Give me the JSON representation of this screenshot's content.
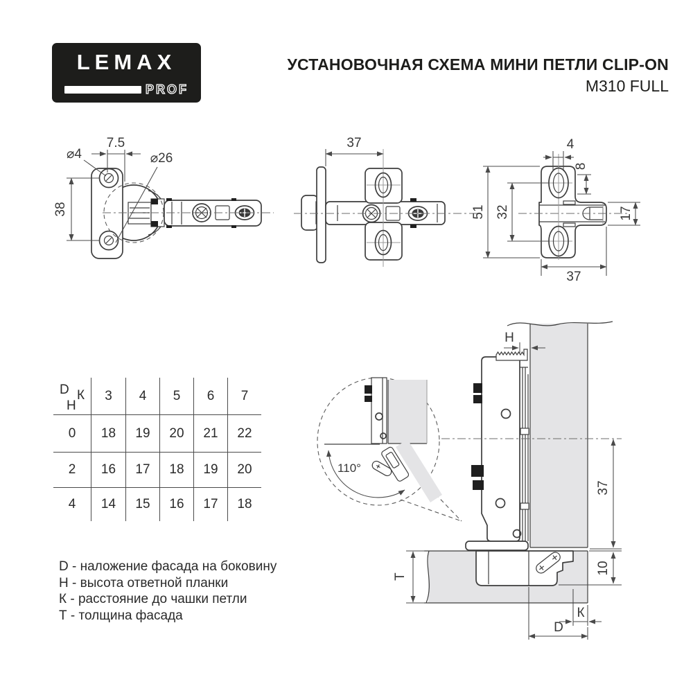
{
  "header": {
    "logo": {
      "brand": "LEMAX",
      "sub": "PROF"
    },
    "title": "УСТАНОВОЧНАЯ СХЕМА МИНИ ПЕТЛИ CLIP-ON",
    "subtitle": "M310 FULL"
  },
  "drawings": {
    "front": {
      "screw_dia": "⌀4",
      "screw_offset": "7.5",
      "cup_dia": "⌀26",
      "screw_spacing": "38"
    },
    "top": {
      "cup_distance": "37"
    },
    "plate": {
      "slot_width": "4",
      "slot_edge": "8",
      "plate_height": "51",
      "hole_spacing": "32",
      "arm_height": "17",
      "plate_width": "37"
    },
    "side": {
      "h": "H",
      "axis_to_bottom": "37",
      "cup_to_edge": "10",
      "t": "Т",
      "k": "К",
      "d": "D",
      "opening_angle": "110°"
    }
  },
  "table": {
    "corner": {
      "d": "D",
      "k": "К",
      "h": "H"
    },
    "columns": [
      "3",
      "4",
      "5",
      "6",
      "7"
    ],
    "rows": [
      {
        "h": "0",
        "values": [
          "18",
          "19",
          "20",
          "21",
          "22"
        ]
      },
      {
        "h": "2",
        "values": [
          "16",
          "17",
          "18",
          "19",
          "20"
        ]
      },
      {
        "h": "4",
        "values": [
          "14",
          "15",
          "16",
          "17",
          "18"
        ]
      }
    ]
  },
  "legend": {
    "items": [
      "D - наложение фасада на боковину",
      "H - высота ответной планки",
      "К - расстояние до чашки петли",
      "Т - толщина фасада"
    ]
  },
  "colors": {
    "ink": "#3d3d3d",
    "dim_lines": "#4a4a4a",
    "panel_fill": "#e4e4e6",
    "logo_bg": "#1d1d1b",
    "text": "#1d1d1b"
  }
}
